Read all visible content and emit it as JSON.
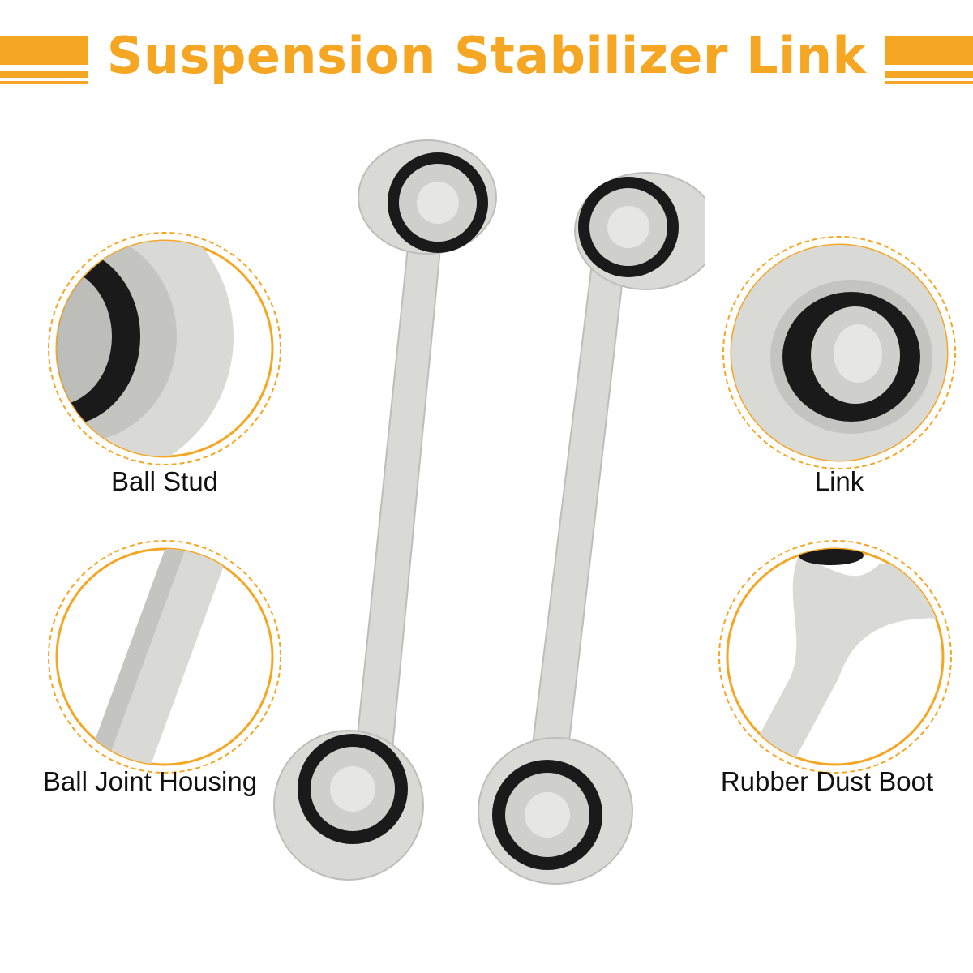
{
  "title": "Suspension Stabilizer Link",
  "callouts": [
    {
      "label": "Ball Stud",
      "icon": "ball-stud-closeup"
    },
    {
      "label": "Link",
      "icon": "link-bushing-closeup"
    },
    {
      "label": "Ball Joint Housing",
      "icon": "ball-joint-housing-closeup"
    },
    {
      "label": "Rubber Dust Boot",
      "icon": "rubber-dust-boot-closeup"
    }
  ],
  "colors": {
    "accent": "#F5A623",
    "metal": "#D9D9D6",
    "rubber": "#1A1A1A",
    "text": "#111111"
  }
}
